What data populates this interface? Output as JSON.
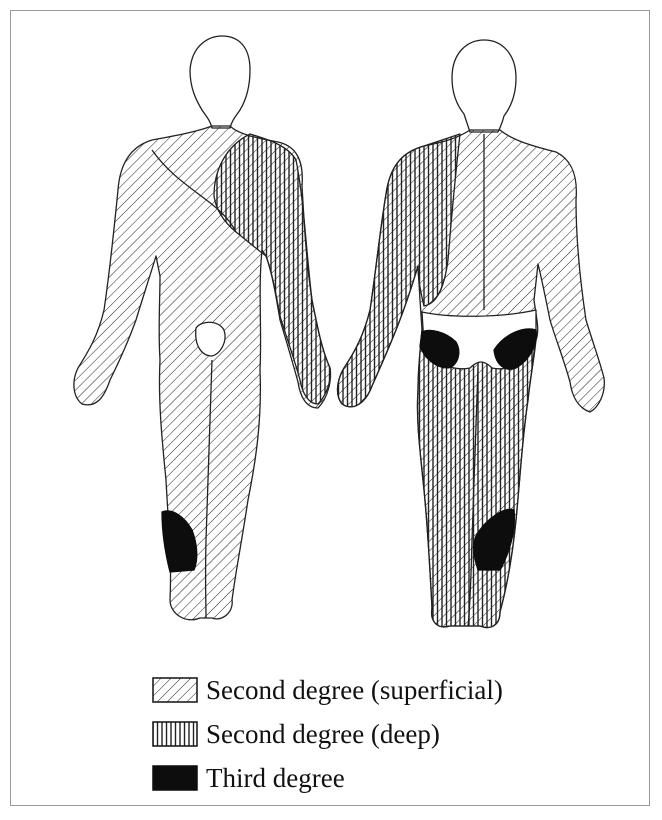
{
  "legend": {
    "items": [
      {
        "key": "superficial",
        "label": "Second degree (superficial)",
        "pattern": "diagonal-hatch"
      },
      {
        "key": "deep",
        "label": "Second degree (deep)",
        "pattern": "vertical-hatch"
      },
      {
        "key": "third",
        "label": "Third degree",
        "pattern": "solid-black"
      }
    ]
  },
  "colors": {
    "ink": "#111111",
    "third_degree": "#0d0d0d",
    "paper": "#ffffff",
    "frame": "#9a9a9a"
  }
}
